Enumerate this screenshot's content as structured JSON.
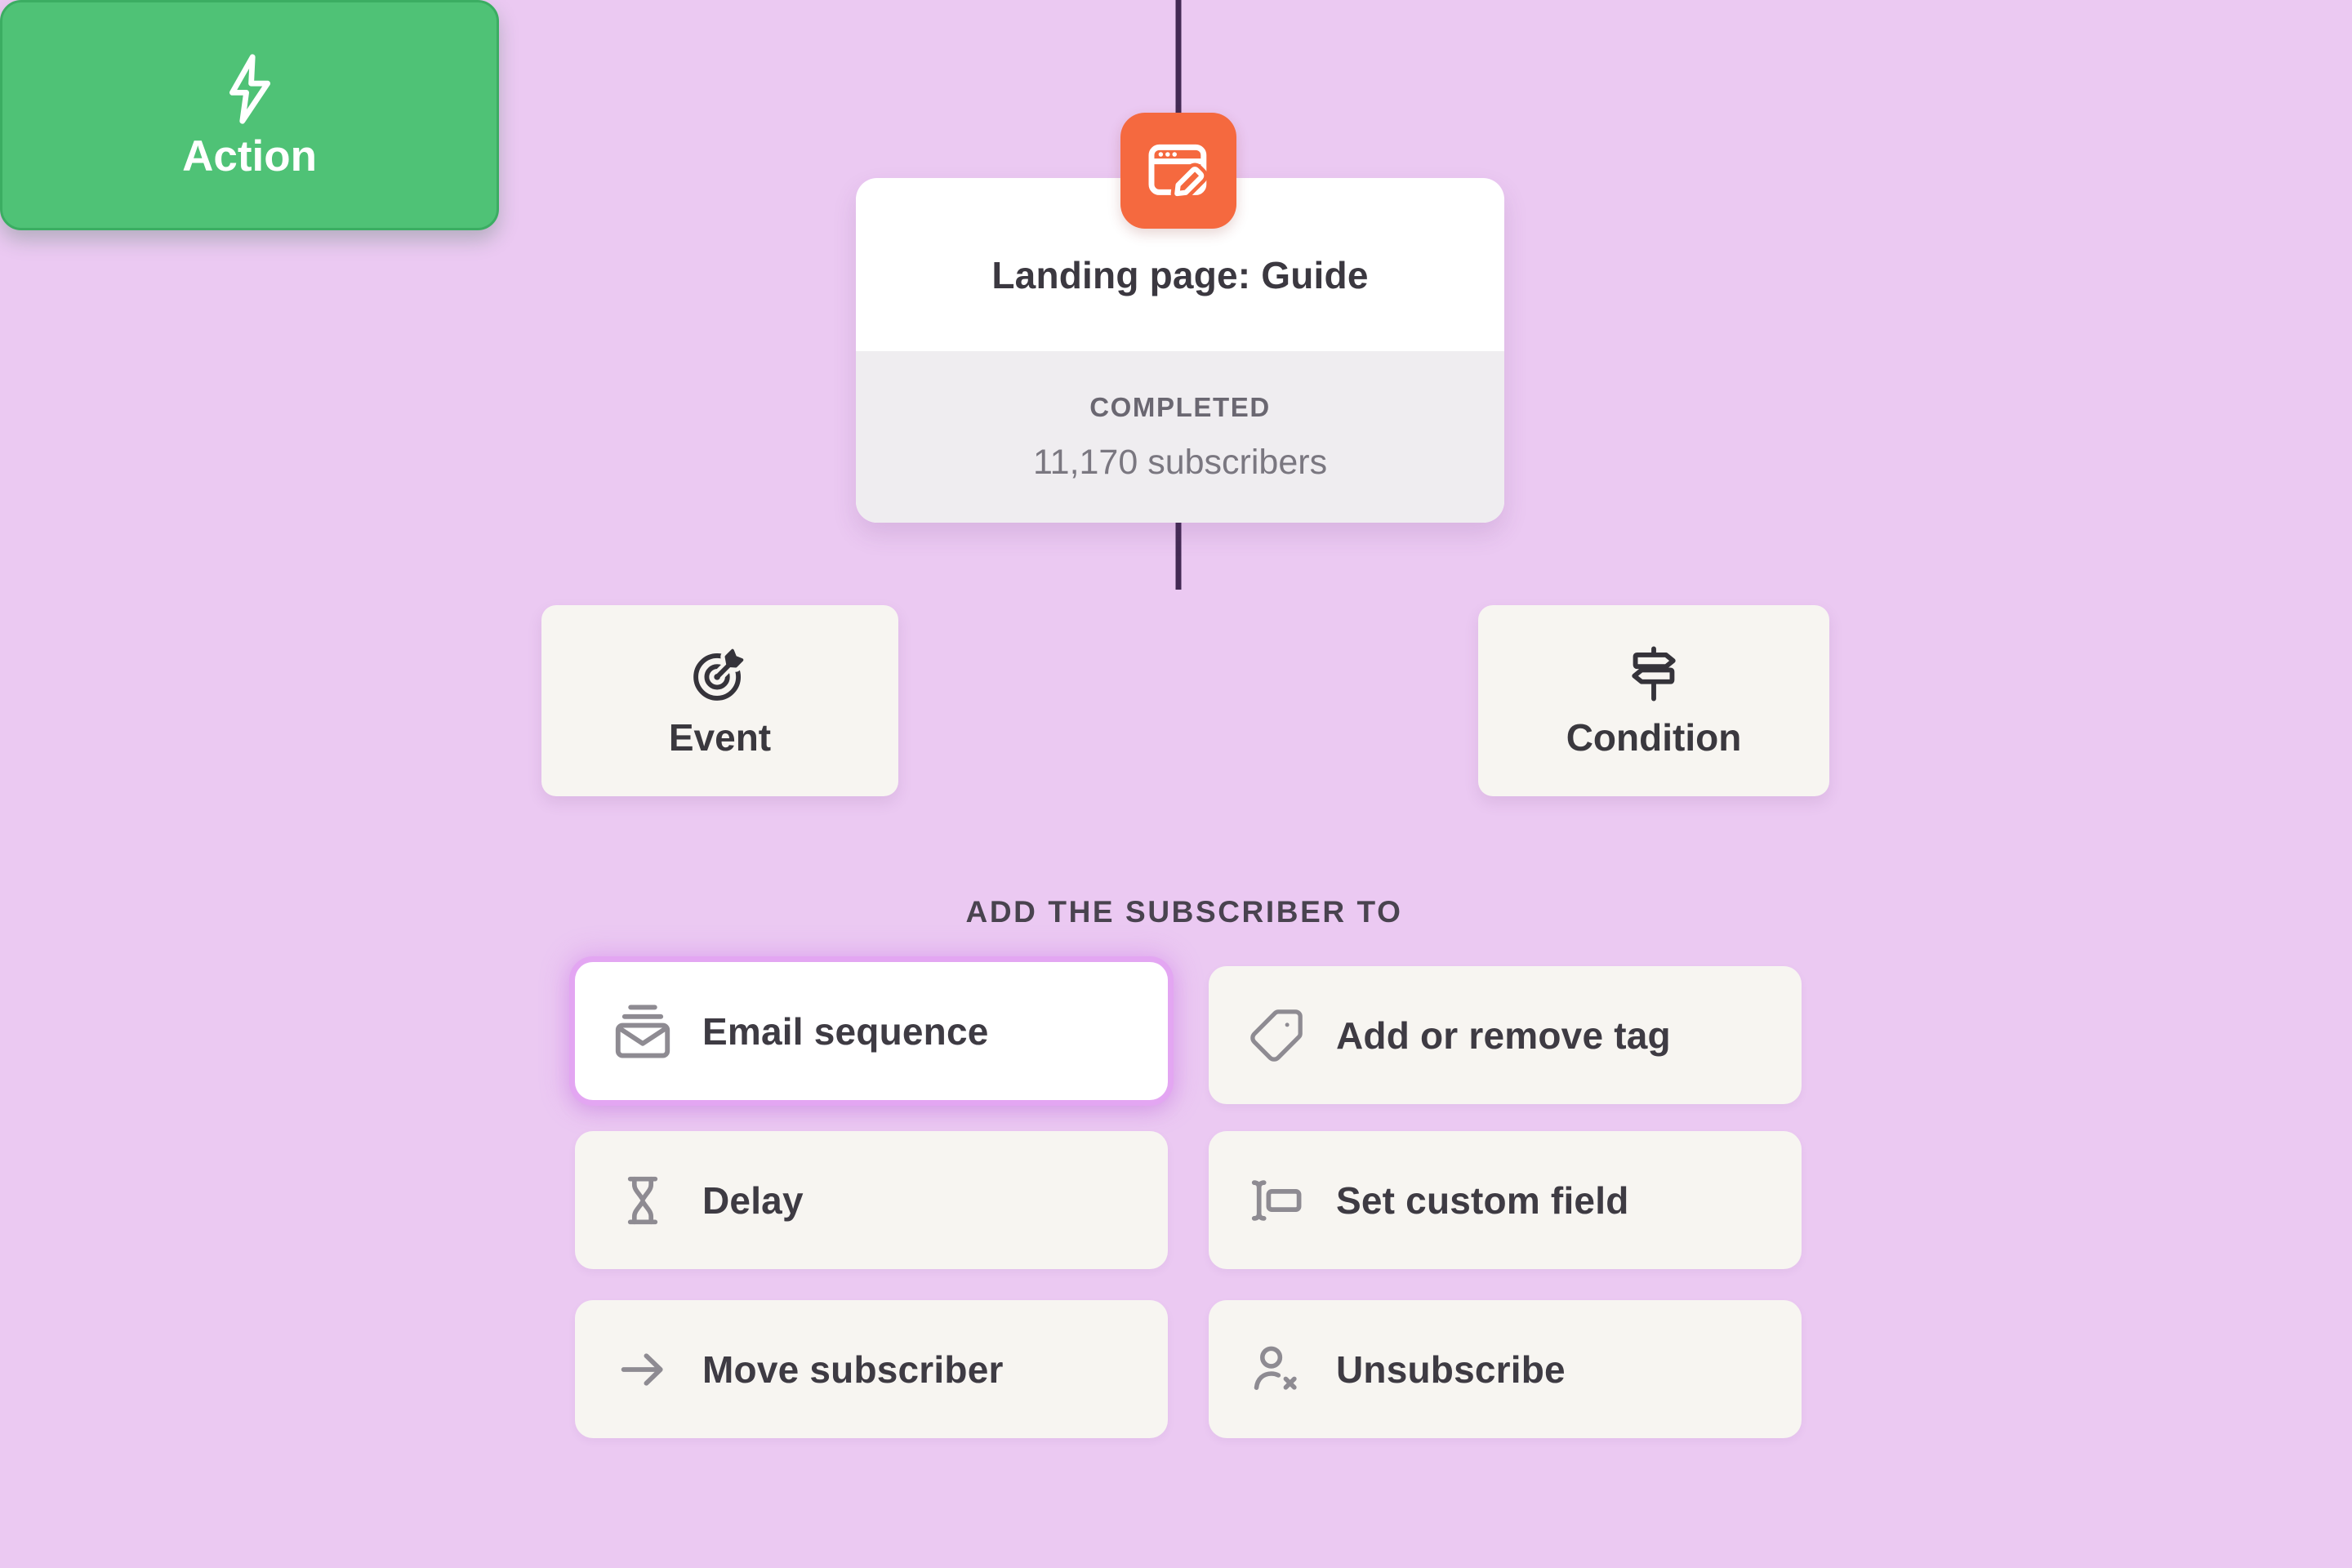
{
  "workflow_node": {
    "title": "Landing page: Guide",
    "status": "COMPLETED",
    "subscriber_count": "11,170 subscribers",
    "icon": "landing-page-icon"
  },
  "node_type_picker": {
    "event_label": "Event",
    "action_label": "Action",
    "condition_label": "Condition",
    "selected": "Action"
  },
  "action_menu": {
    "heading": "ADD THE SUBSCRIBER TO",
    "items": [
      {
        "label": "Email sequence",
        "icon": "email-sequence-icon",
        "selected": true
      },
      {
        "label": "Add or remove tag",
        "icon": "tag-icon",
        "selected": false
      },
      {
        "label": "Delay",
        "icon": "hourglass-icon",
        "selected": false
      },
      {
        "label": "Set custom field",
        "icon": "text-cursor-input-icon",
        "selected": false
      },
      {
        "label": "Move subscriber",
        "icon": "arrow-right-icon",
        "selected": false
      },
      {
        "label": "Unsubscribe",
        "icon": "user-x-icon",
        "selected": false
      }
    ]
  },
  "colors": {
    "background": "#EBC9F2",
    "connector": "#432A54",
    "accent_orange": "#F5693F",
    "accent_green": "#4FC276",
    "accent_green_border": "#3BAD62",
    "selected_glow": "#E3A6F2",
    "card_footer": "#EFEDF0",
    "muted_icon": "#8E8B92"
  }
}
